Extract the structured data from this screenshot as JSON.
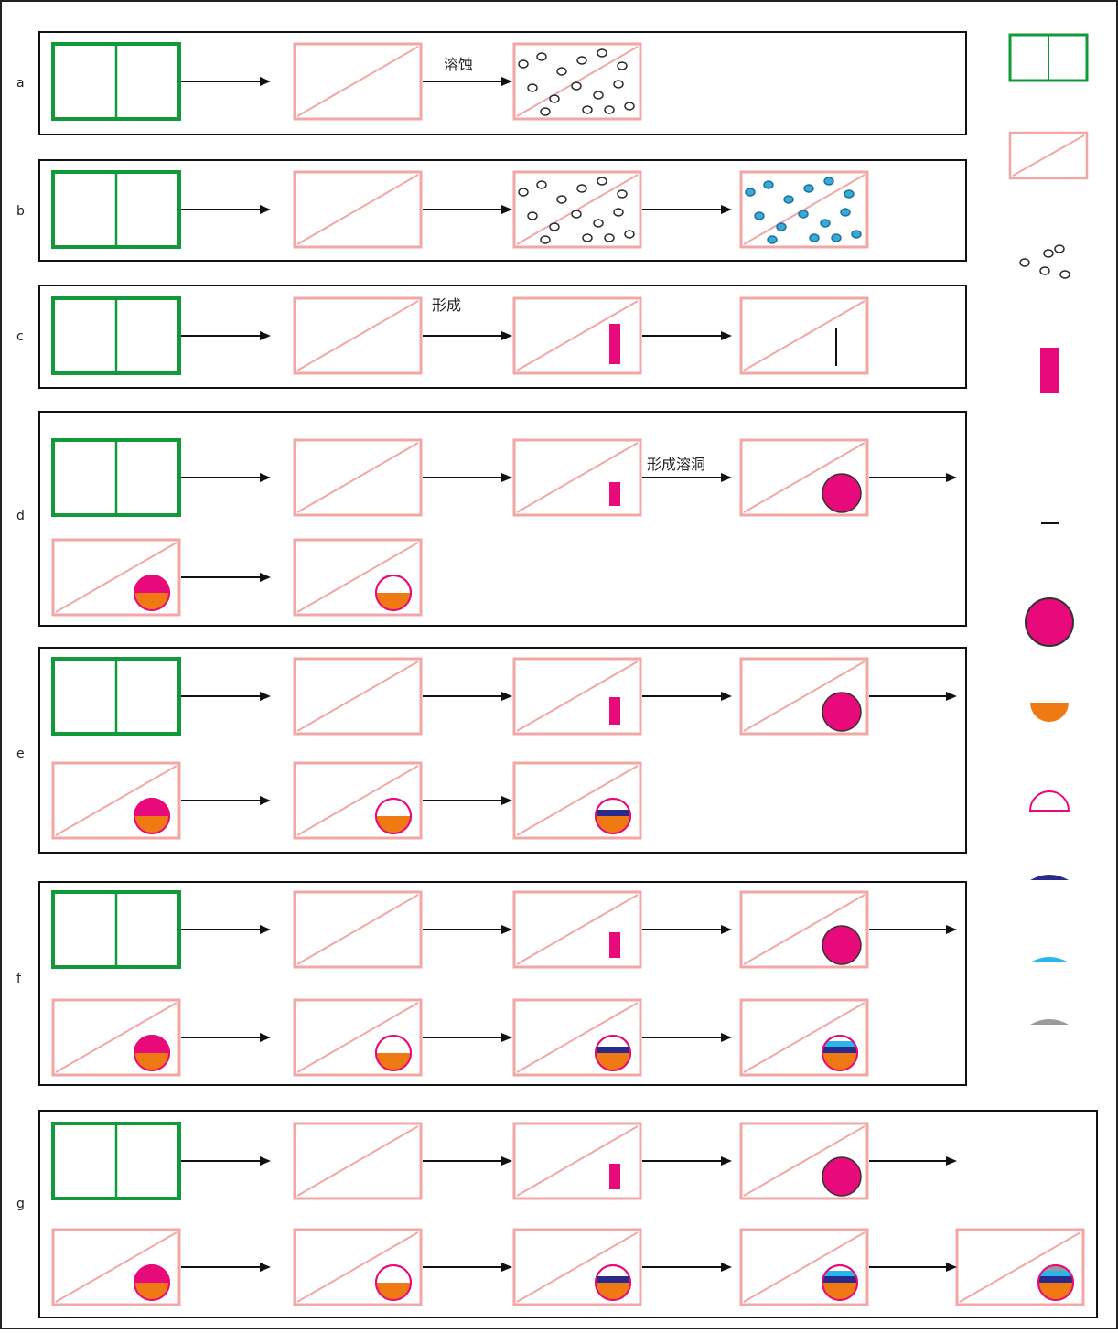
{
  "colors": {
    "frame": "#111111",
    "dolomite": "#129a3a",
    "limestone": "#f3a6a6",
    "pore": "#ffffff",
    "magenta": "#e8097a",
    "orange": "#ef7a14",
    "navy": "#2a2a8a",
    "blue": "#29b6ec",
    "grey": "#9a9a9a",
    "cyan_pore": "#39a9d6",
    "arrow": "#111111"
  },
  "panels": [
    {
      "id": "a",
      "label": "a",
      "arrow_labels": [
        "",
        "溶蚀"
      ]
    },
    {
      "id": "b",
      "label": "b",
      "arrow_labels": [
        "",
        "",
        ""
      ]
    },
    {
      "id": "c",
      "label": "c",
      "arrow_labels": [
        "",
        "形成",
        ""
      ]
    },
    {
      "id": "d",
      "label": "d",
      "arrow_labels": [
        "",
        "",
        "形成溶洞",
        "",
        ""
      ]
    },
    {
      "id": "e",
      "label": "e",
      "arrow_labels": [
        "",
        "",
        "",
        "",
        "",
        ""
      ]
    },
    {
      "id": "f",
      "label": "f",
      "arrow_labels": [
        "",
        "",
        "",
        "",
        "",
        "",
        "",
        ""
      ]
    },
    {
      "id": "g",
      "label": "g",
      "arrow_labels": [
        "",
        "",
        "",
        "",
        "",
        "",
        "",
        "",
        ""
      ]
    }
  ],
  "legend": [
    {
      "key": "dolomite",
      "label": ""
    },
    {
      "key": "limestone",
      "label": ""
    },
    {
      "key": "pores",
      "label": ""
    },
    {
      "key": "fracture",
      "label": ""
    },
    {
      "key": "fracture_line",
      "label": ""
    },
    {
      "key": "cave",
      "label": ""
    },
    {
      "key": "lower_fill",
      "label": ""
    },
    {
      "key": "pore_space",
      "label": ""
    },
    {
      "key": "navy_fill",
      "label": ""
    },
    {
      "key": "blue_fill",
      "label": ""
    },
    {
      "key": "grey_fill",
      "label": ""
    }
  ]
}
